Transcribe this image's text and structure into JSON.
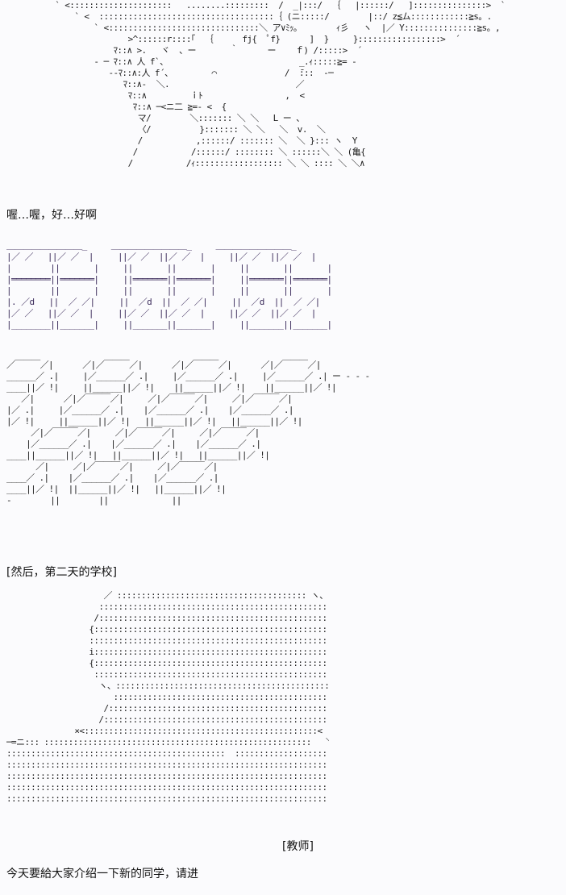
{
  "panels": [
    {
      "art_lines": [
        "          ` <:::::::::::::::::::::   ........:::::::::  /  _|:::/  ｛   |::::::/   ]:::::::::::::::>  `",
        "              ` <  ::::::::::::::::::::::::::::::::::::｛ (ニ:::::/        |::/ z≦ム::::::::::::≧s。.",
        "                  ` <:::::::::::::::::::::::::::::::＼ ア∨ﾐｯ｡        ｨ彡   ヽ  |／ Y:::::::::::::::≧s。,",
        "                         >^::::::r::::｢  ｛      fj{  ﾟf}      ]  }     }:::::::::::::::::>  ´",
        "                      ﾏ::∧ >.   ヾ  、ー       ｀      ー    ｆ) /:::::>  ´",
        "                  ‐ ─ ﾏ::∧ 人 f`、                           _.ｨ:::::≧= ‐",
        "                     -‐ﾏ::∧:人 f´、        ⌒              /  ̄:::  -─",
        "                        ﾏ::∧-  ＼.                          ／",
        "                         ﾏ::∧         ｉﾄ                 ,  <",
        "                          ﾏ::∧ ─<ニ二 ≧=‐ <  {",
        "                           マ/        ＼::::::: ＼ ＼   L ー 、",
        "                           〈/          }::::::: ＼ ＼   ＼  v.  ＼",
        "                           /           ,::::::/ ::::::: ＼  ＼ }::: ヽ  Y",
        "                          /           /::::::/ :::::::: ＼ ::::::＼ ＼ (亀{",
        "                         /           /ｨ:::::::::::::::::: ＼ ＼ :::: ＼ ＼∧"
      ],
      "caption": "喔…喔，好…好啊"
    },
    {
      "art_lines": [
        "＿＿＿＿＿＿＿＿＿_     ＿＿＿＿＿＿＿＿＿_     ＿＿＿＿＿＿＿＿＿_",
        "|／ ／   ||／ ／  |     ||／ ／  ||／ ／  |     ||／ ／  ||／ ／  |",
        "|        ||       |     ||       ||       |     ||       ||       |",
        "|════════||═══════|     ||═══════||═══════|     ||═══════||═══════|",
        "|        ||       |     ||       ||       |     ||       ||       |",
        "|. ／d   ||  ／ ／|     ||  ／d  ||  ／ ／|     ||  ／d  ||  ／ ／|",
        "|／ ／   ||／ ／  |     ||／ ／  ||／ ／  |     ||／ ／  ||／ ／  |",
        "|________||_______|     ||_______||_______|     ||_______||_______|"
      ],
      "caption": "[然后，第二天的学校]"
    },
    {
      "art_lines": [
        "／￣￣￣／|      ／|／￣￣￣／|      ／|／￣￣￣／|      ／|／￣￣￣／|",
        "______／ .|     |／______／ .|     |／______／ .|     |／______／ .| ー - - -",
        "____||／ !|     ||______||／ !|    ||______||／ !|    ||______||／ !|",
        "   ／|      ／|／￣￣￣／|     ／|／￣￣￣／|     ／|／￣￣￣／|",
        "|／ .|     |／______／ .|    |／______／ .|    |／______／ .|",
        "|／ !|     ||______||／ !|   ||______||／ !|   ||______||／ !|",
        "     ／|／￣￣￣／|     ／|／￣￣￣／|     ／|／￣￣￣／|",
        "    |／______／ .|    |／______／ .|    |／______／ .|",
        "____||______||／ !|   ||______||／ !|   ||______||／ !|",
        "      ／|     ／|／￣￣￣／|     ／|／￣￣￣／|",
        "____／ .|    |／______／ .|    |／______／ .|",
        "____||／ !|  ||______||／ !|   ||______||／ !|",
        "-        ||        ||             ||"
      ],
      "caption": ""
    },
    {
      "art_lines": [
        "                    ／ ::::::::::::::::::::::::::::::::::::::: ヽ、",
        "                   ::::::::::::::::::::::::::::::::::::::::::::::::::::::: ヽ",
        "                  /::::::::::::::::::::::::::::::::::::::::::::::::::::::::::::/\\",
        "                 {:::::::::::::::::::::::::::::::::::::::::::::::::::::::::::::::|",
        "                 ::::::::::::::::::::::::::::::::::::::::::::::::::::::::::::::::}",
        "                 i::::::::::::::::::::::::::::::::::::::::::::::::::::::::::::::!!",
        "                 {::::::::::::::::::::::::::::::::::::::::::::::::::::::::::::::",
        "                  ::::::::::::::::::::::::::::::::::::::::::::::::::::::::::::::/",
        "                   ヽ、:::::::::::::::::::::::::::::::::::::::::::::::::::::::/",
        "                      ::::::::::::::::::::::::::::::::::::::::::::::::::::: /",
        "                    /:::::::::::::::::::::::::::::::::::::::::::::::::::: ,",
        "                   /::::::::::::::::::::::::::::::::::::::::::::::::/ ／",
        "              ×<::::::::::::::::::::::::::::::::::::::::::::::::<",
        "─=ニ::: :::::::::::::::::::::::::::::::::::::::::::::::::::::::   ＼＿＿＿",
        ":::::::::::::::::::::::::::::::::::::::::::::  :::::::::::::::::::::::::::::::::::::::::::::::::::::::::::‐ 、",
        ":::::::::::::::::::::::::::::::::::::::::::::::::::::::::::::::::::::::::::::::::::::::::::::::::::::::::::::::::::::: ヽ",
        ":::::::::::::::::::::::::::::::::::::::::::::::::::::::::::::::::::::::::::::::::::::::::::::::::::::::::::::::::::::::::::::",
        "::::::::::::::::::::::::::::::::::::::::::::::::::::::::::::::::::::::::::::::::::::::::::::::::::::::::::::::::::::::::::::::",
        "::::::::::::::::::::::::::::::::::::::::::::::::::::::::::::::::::::::::::::::::::::::::::::::::::::::::::::::::::::::::ハ"
      ],
      "speaker_tag": "[教师]",
      "caption": "今天要給大家介绍一下新的同学，请进"
    }
  ]
}
